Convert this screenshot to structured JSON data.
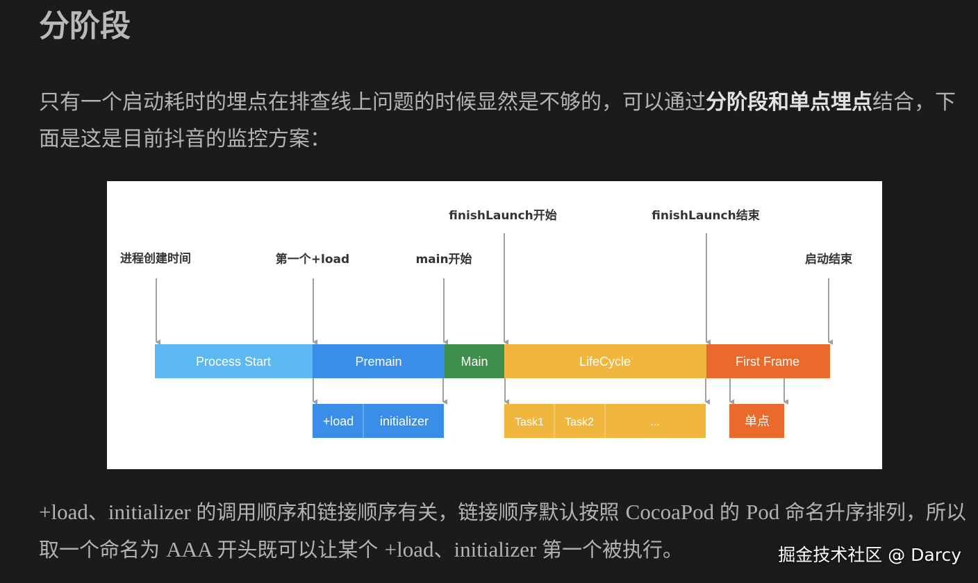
{
  "heading": "分阶段",
  "paragraph1": {
    "part1": "只有一个启动耗时的埋点在排查线上问题的时候显然是不够的，可以通过",
    "bold": "分阶段和单点埋点",
    "part2": "结合，下面是这是目前抖音的监控方案："
  },
  "diagram": {
    "markers": [
      {
        "label": "进程创建时间"
      },
      {
        "label": "第一个+load"
      },
      {
        "label": "main开始"
      },
      {
        "label": "finishLaunch开始"
      },
      {
        "label": "finishLaunch结束"
      },
      {
        "label": "启动结束"
      }
    ],
    "phases": [
      {
        "label": "Process Start",
        "color": "#5cb8f0"
      },
      {
        "label": "Premain",
        "color": "#3b8ee8"
      },
      {
        "label": "Main",
        "color": "#3e8e4e"
      },
      {
        "label": "LifeCycle",
        "color": "#f1b63d"
      },
      {
        "label": "First Frame",
        "color": "#e96a2b"
      }
    ],
    "sub_blocks": [
      {
        "label": "+load",
        "color": "#3b8ee8"
      },
      {
        "label": "initializer",
        "color": "#3b8ee8"
      },
      {
        "label": "Task1",
        "color": "#f1b63d"
      },
      {
        "label": "Task2",
        "color": "#f1b63d"
      },
      {
        "label": "...",
        "color": "#f1b63d"
      },
      {
        "label": "单点",
        "color": "#e96a2b"
      }
    ]
  },
  "paragraph2": {
    "p1": "+load",
    "p2": "、",
    "p3": "initializer ",
    "p4": "的调用顺序和链接顺序有关，链接顺序默认按照 ",
    "p5": "CocoaPod ",
    "p6": "的 ",
    "p7": "Pod ",
    "p8": "命名升序排列，所以取一个命名为 ",
    "p9": "AAA ",
    "p10": "开头既可以让某个 ",
    "p11": "+load",
    "p12": "、",
    "p13": "initializer ",
    "p14": "第一个被执行。"
  },
  "watermark": "掘金技术社区 @ Darcy"
}
